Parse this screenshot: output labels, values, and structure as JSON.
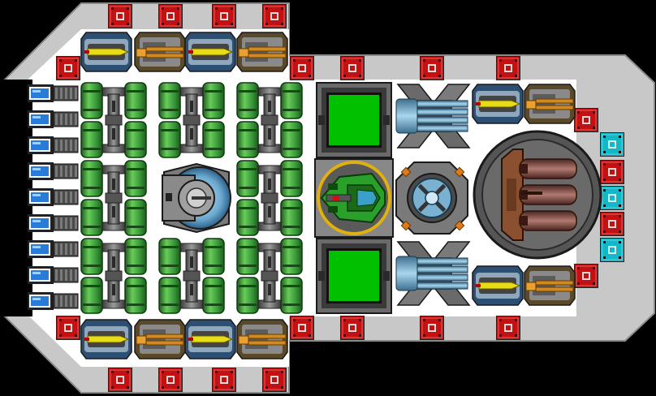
{
  "ship": {
    "hull_color": "#c8c8c8",
    "hull_edge_color": "#8a8a8a",
    "deck_color": "#ffffff"
  },
  "palette": {
    "armor_red": "#c41010",
    "armor_cyan": "#10b8c8",
    "tank_green": "#3a9a3a",
    "tank_light": "#6acb5a",
    "tank_dark": "#1e5a1e",
    "pipe_gray": "#6e6e6e",
    "screen_green": "#00c000",
    "thruster_blue": "#2a7ad8",
    "turret_yellow": "#e6dc1a",
    "cannon_orange": "#d08a20",
    "railgun_blue": "#7ab0d0",
    "reactor_brown": "#8a5030",
    "bridge_green": "#2aa02a",
    "bridge_gold": "#e0b010"
  },
  "modules": {
    "armor": "armor-block",
    "tank": "fuel-tank",
    "thruster": "thruster",
    "turret": "laser-turret",
    "cannon": "cannon-turret",
    "shield": "shield-generator",
    "radar": "sensor-screen",
    "cockpit": "bridge",
    "reactor": "reactor-core",
    "railgun": "railgun-battery",
    "engine": "engine-core"
  }
}
